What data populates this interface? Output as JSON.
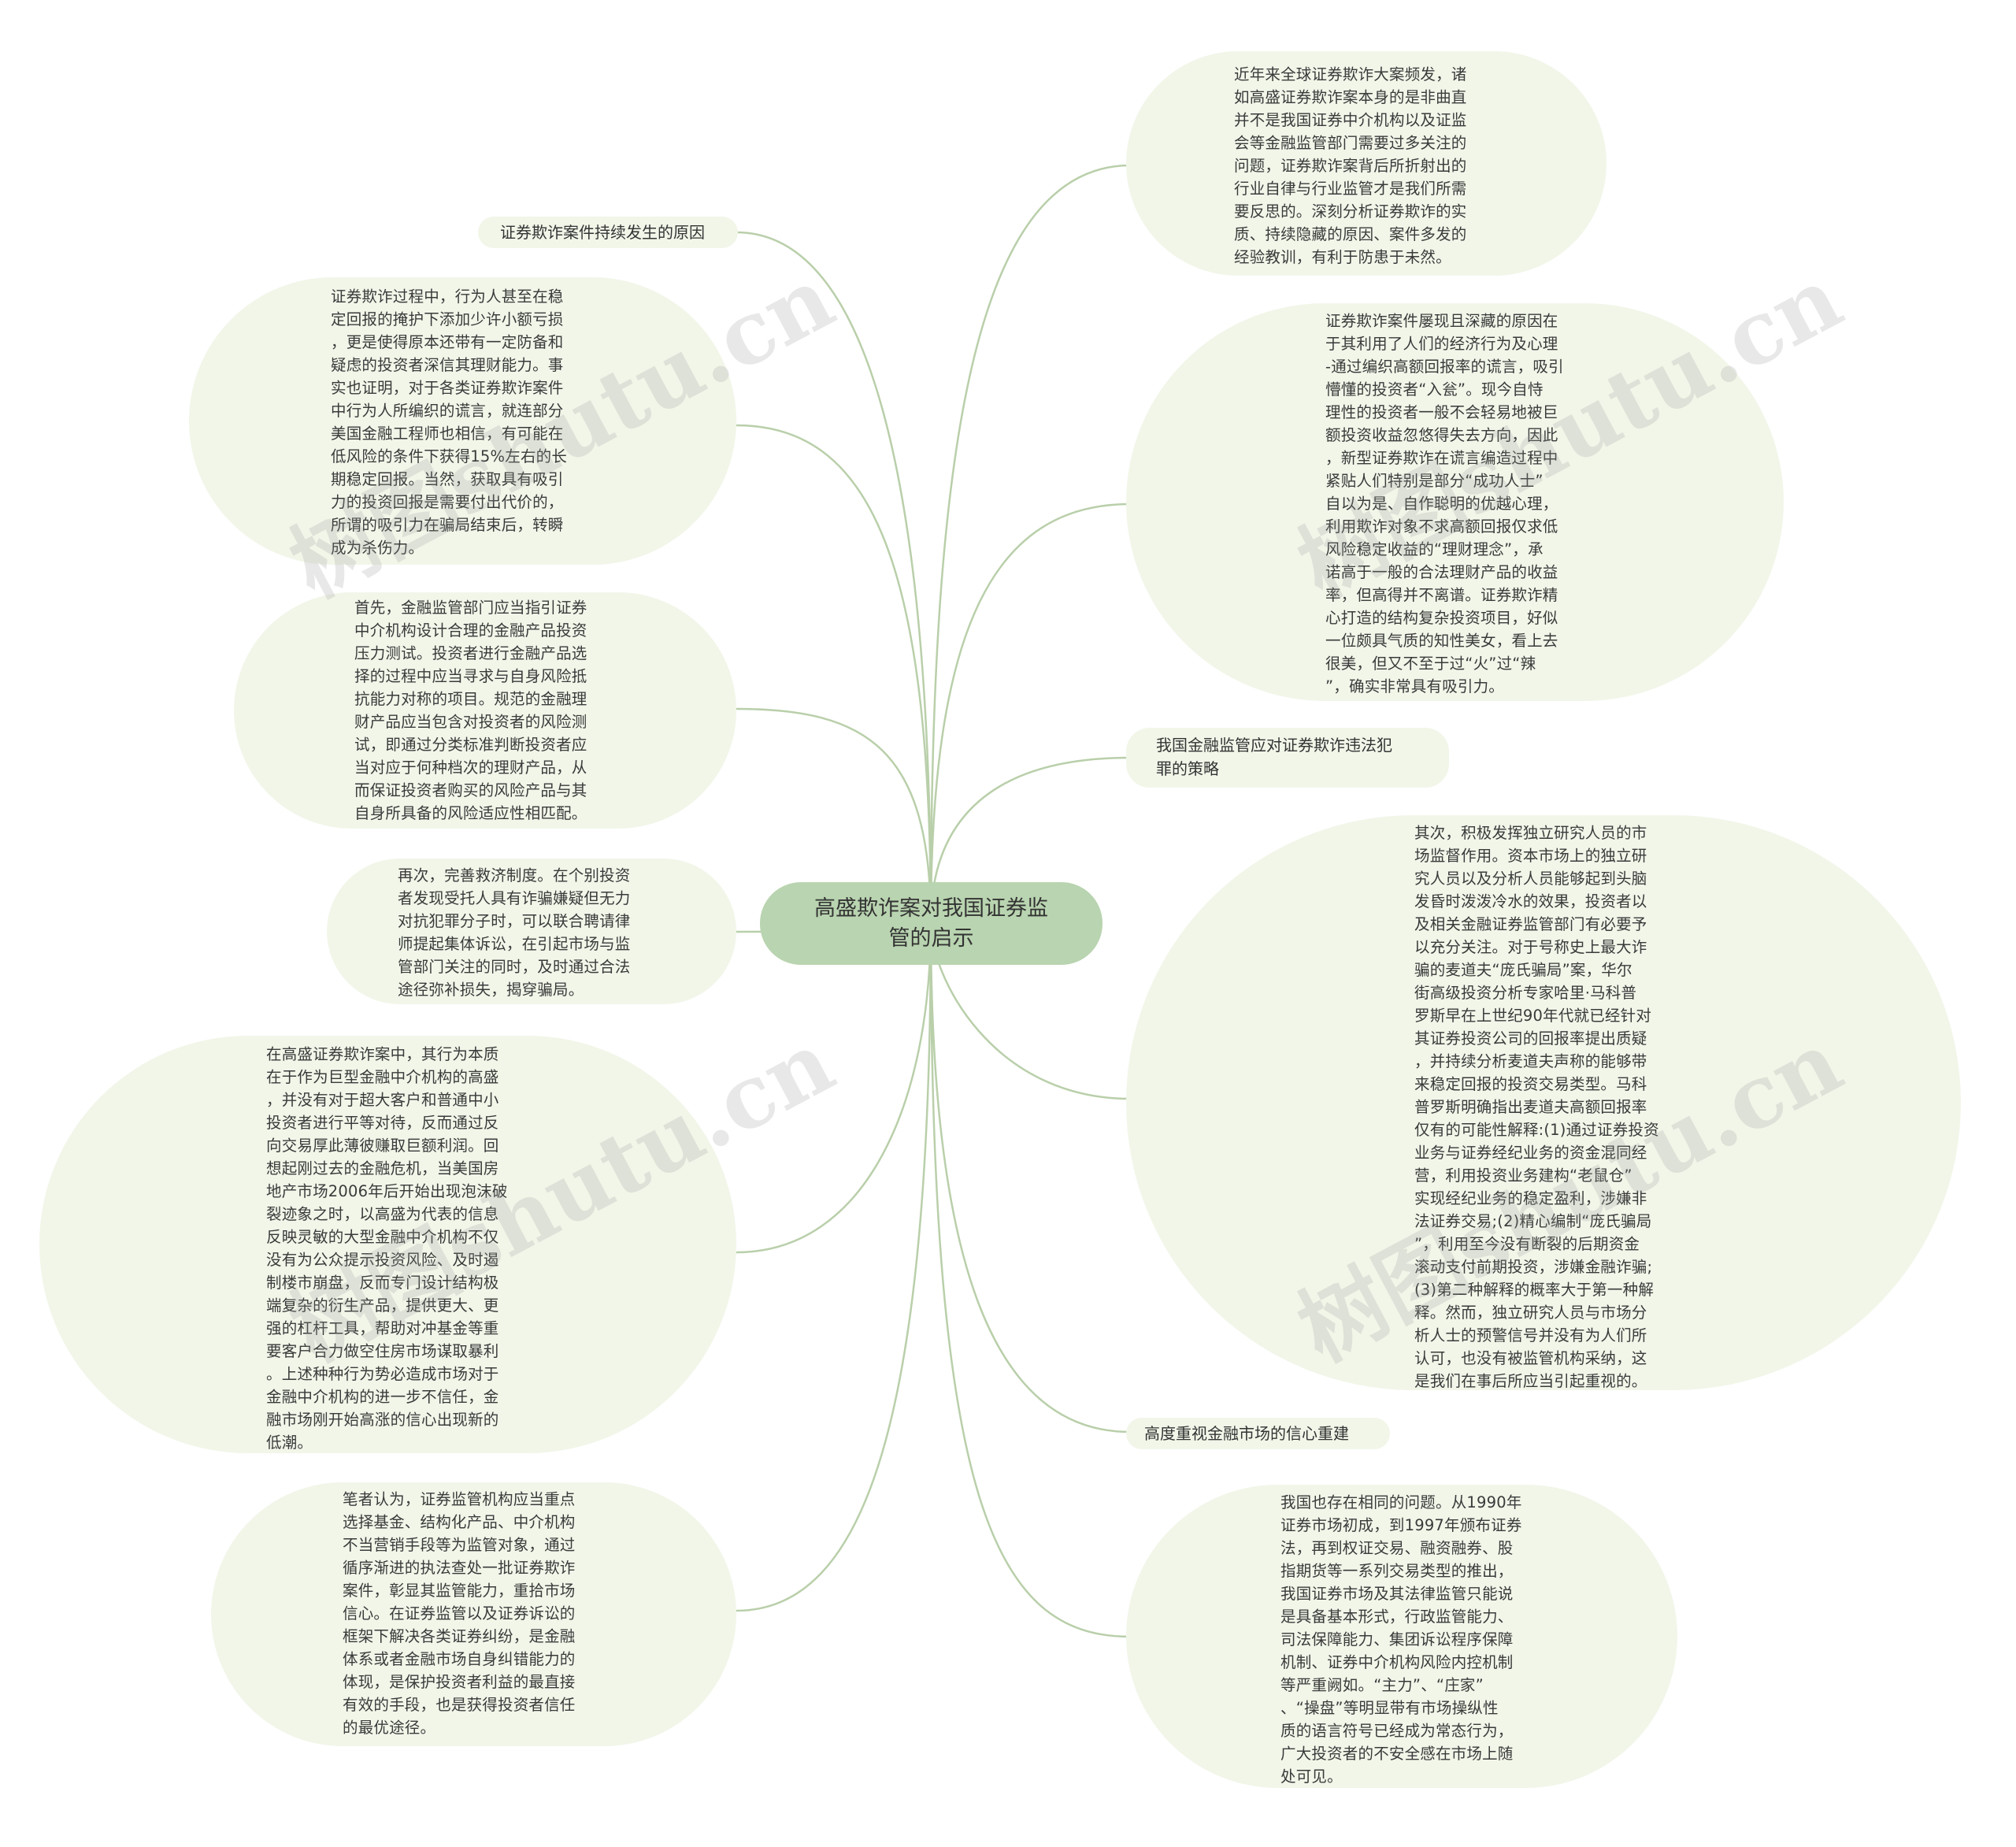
{
  "root": {
    "title": "高盛欺诈案对我国证券监\n管的启示"
  },
  "branches": {
    "intro": "近年来全球证券欺诈大案频发，诸\n如高盛证券欺诈案本身的是非曲直\n并不是我国证券中介机构以及证监\n会等金融监管部门需要过多关注的\n问题，证券欺诈案背后所折射出的\n行业自律与行业监管才是我们所需\n要反思的。深刻分析证券欺诈的实\n质、持续隐藏的原因、案件多发的\n经验教训，有利于防患于未然。",
    "reason_label": "证券欺诈案件持续发生的原因",
    "reason_left": "证券欺诈过程中，行为人甚至在稳\n定回报的掩护下添加少许小额亏损\n，更是使得原本还带有一定防备和\n疑虑的投资者深信其理财能力。事\n实也证明，对于各类证券欺诈案件\n中行为人所编织的谎言，就连部分\n美国金融工程师也相信，有可能在\n低风险的条件下获得15%左右的长\n期稳定回报。当然，获取具有吸引\n力的投资回报是需要付出代价的，\n所谓的吸引力在骗局结束后，转瞬\n成为杀伤力。",
    "reason_right": "证券欺诈案件屡现且深藏的原因在\n于其利用了人们的经济行为及心理\n-通过编织高额回报率的谎言，吸引\n懵懂的投资者“入瓮”。现今自恃\n理性的投资者一般不会轻易地被巨\n额投资收益忽悠得失去方向，因此\n，新型证券欺诈在谎言编造过程中\n紧贴人们特别是部分“成功人士”\n自以为是、自作聪明的优越心理，\n利用欺诈对象不求高额回报仅求低\n风险稳定收益的“理财理念”，承\n诺高于一般的合法理财产品的收益\n率，但高得并不离谱。证券欺诈精\n心打造的结构复杂投资项目，好似\n一位颇具气质的知性美女，看上去\n很美，但又不至于过“火”过“辣\n”，确实非常具有吸引力。",
    "first": "首先，金融监管部门应当指引证券\n中介机构设计合理的金融产品投资\n压力测试。投资者进行金融产品选\n择的过程中应当寻求与自身风险抵\n抗能力对称的项目。规范的金融理\n财产品应当包含对投资者的风险测\n试，即通过分类标准判断投资者应\n当对应于何种档次的理财产品，从\n而保证投资者购买的风险产品与其\n自身所具备的风险适应性相匹配。",
    "strategy_label": "我国金融监管应对证券欺诈违法犯\n罪的策略",
    "second": "其次，积极发挥独立研究人员的市\n场监督作用。资本市场上的独立研\n究人员以及分析人员能够起到头脑\n发昏时泼泼冷水的效果，投资者以\n及相关金融证券监管部门有必要予\n以充分关注。对于号称史上最大诈\n骗的麦道夫“庞氏骗局”案，华尔\n街高级投资分析专家哈里·马科普\n罗斯早在上世纪90年代就已经针对\n其证券投资公司的回报率提出质疑\n，并持续分析麦道夫声称的能够带\n来稳定回报的投资交易类型。马科\n普罗斯明确指出麦道夫高额回报率\n仅有的可能性解释:(1)通过证券投资\n业务与证券经纪业务的资金混同经\n营，利用投资业务建构“老鼠仓”\n实现经纪业务的稳定盈利，涉嫌非\n法证券交易;(2)精心编制“庞氏骗局\n”，利用至今没有断裂的后期资金\n滚动支付前期投资，涉嫌金融诈骗;\n(3)第二种解释的概率大于第一种解\n释。然而，独立研究人员与市场分\n析人士的预警信号并没有为人们所\n认可，也没有被监管机构采纳，这\n是我们在事后所应当引起重视的。",
    "third": "再次，完善救济制度。在个别投资\n者发现受托人具有诈骗嫌疑但无力\n对抗犯罪分子时，可以联合聘请律\n师提起集体诉讼，在引起市场与监\n管部门关注的同时，及时通过合法\n途径弥补损失，揭穿骗局。",
    "goldman": "在高盛证券欺诈案中，其行为本质\n在于作为巨型金融中介机构的高盛\n，并没有对于超大客户和普通中小\n投资者进行平等对待，反而通过反\n向交易厚此薄彼赚取巨额利润。回\n想起刚过去的金融危机，当美国房\n地产市场2006年后开始出现泡沫破\n裂迹象之时，以高盛为代表的信息\n反映灵敏的大型金融中介机构不仅\n没有为公众提示投资风险、及时遏\n制楼市崩盘，反而专门设计结构极\n端复杂的衍生产品，提供更大、更\n强的杠杆工具，帮助对冲基金等重\n要客户合力做空住房市场谋取暴利\n。上述种种行为势必造成市场对于\n金融中介机构的进一步不信任，金\n融市场刚开始高涨的信心出现新的\n低潮。",
    "confidence_label": "高度重视金融市场的信心重建",
    "author": "笔者认为，证券监管机构应当重点\n选择基金、结构化产品、中介机构\n不当营销手段等为监管对象，通过\n循序渐进的执法查处一批证券欺诈\n案件，彰显其监管能力，重拾市场\n信心。在证券监管以及证券诉讼的\n框架下解决各类证券纠纷，是金融\n体系或者金融市场自身纠错能力的\n体现，是保护投资者利益的最直接\n有效的手段，也是获得投资者信任\n的最优途径。",
    "china": "我国也存在相同的问题。从1990年\n证券市场初成，到1997年颁布证券\n法，再到权证交易、融资融券、股\n指期货等一系列交易类型的推出，\n我国证券市场及其法律监管只能说\n是具备基本形式，行政监管能力、\n司法保障能力、集团诉讼程序保障\n机制、证券中介机构风险内控机制\n等严重阙如。“主力”、“庄家”\n、“操盘”等明显带有市场操纵性\n质的语言符号已经成为常态行为，\n广大投资者的不安全感在市场上随\n处可见。"
  },
  "watermark": "树图shutu.cn",
  "colors": {
    "bubble": "#f1f6e9",
    "root": "#b9d4b0",
    "link": "#b9cfaa"
  }
}
